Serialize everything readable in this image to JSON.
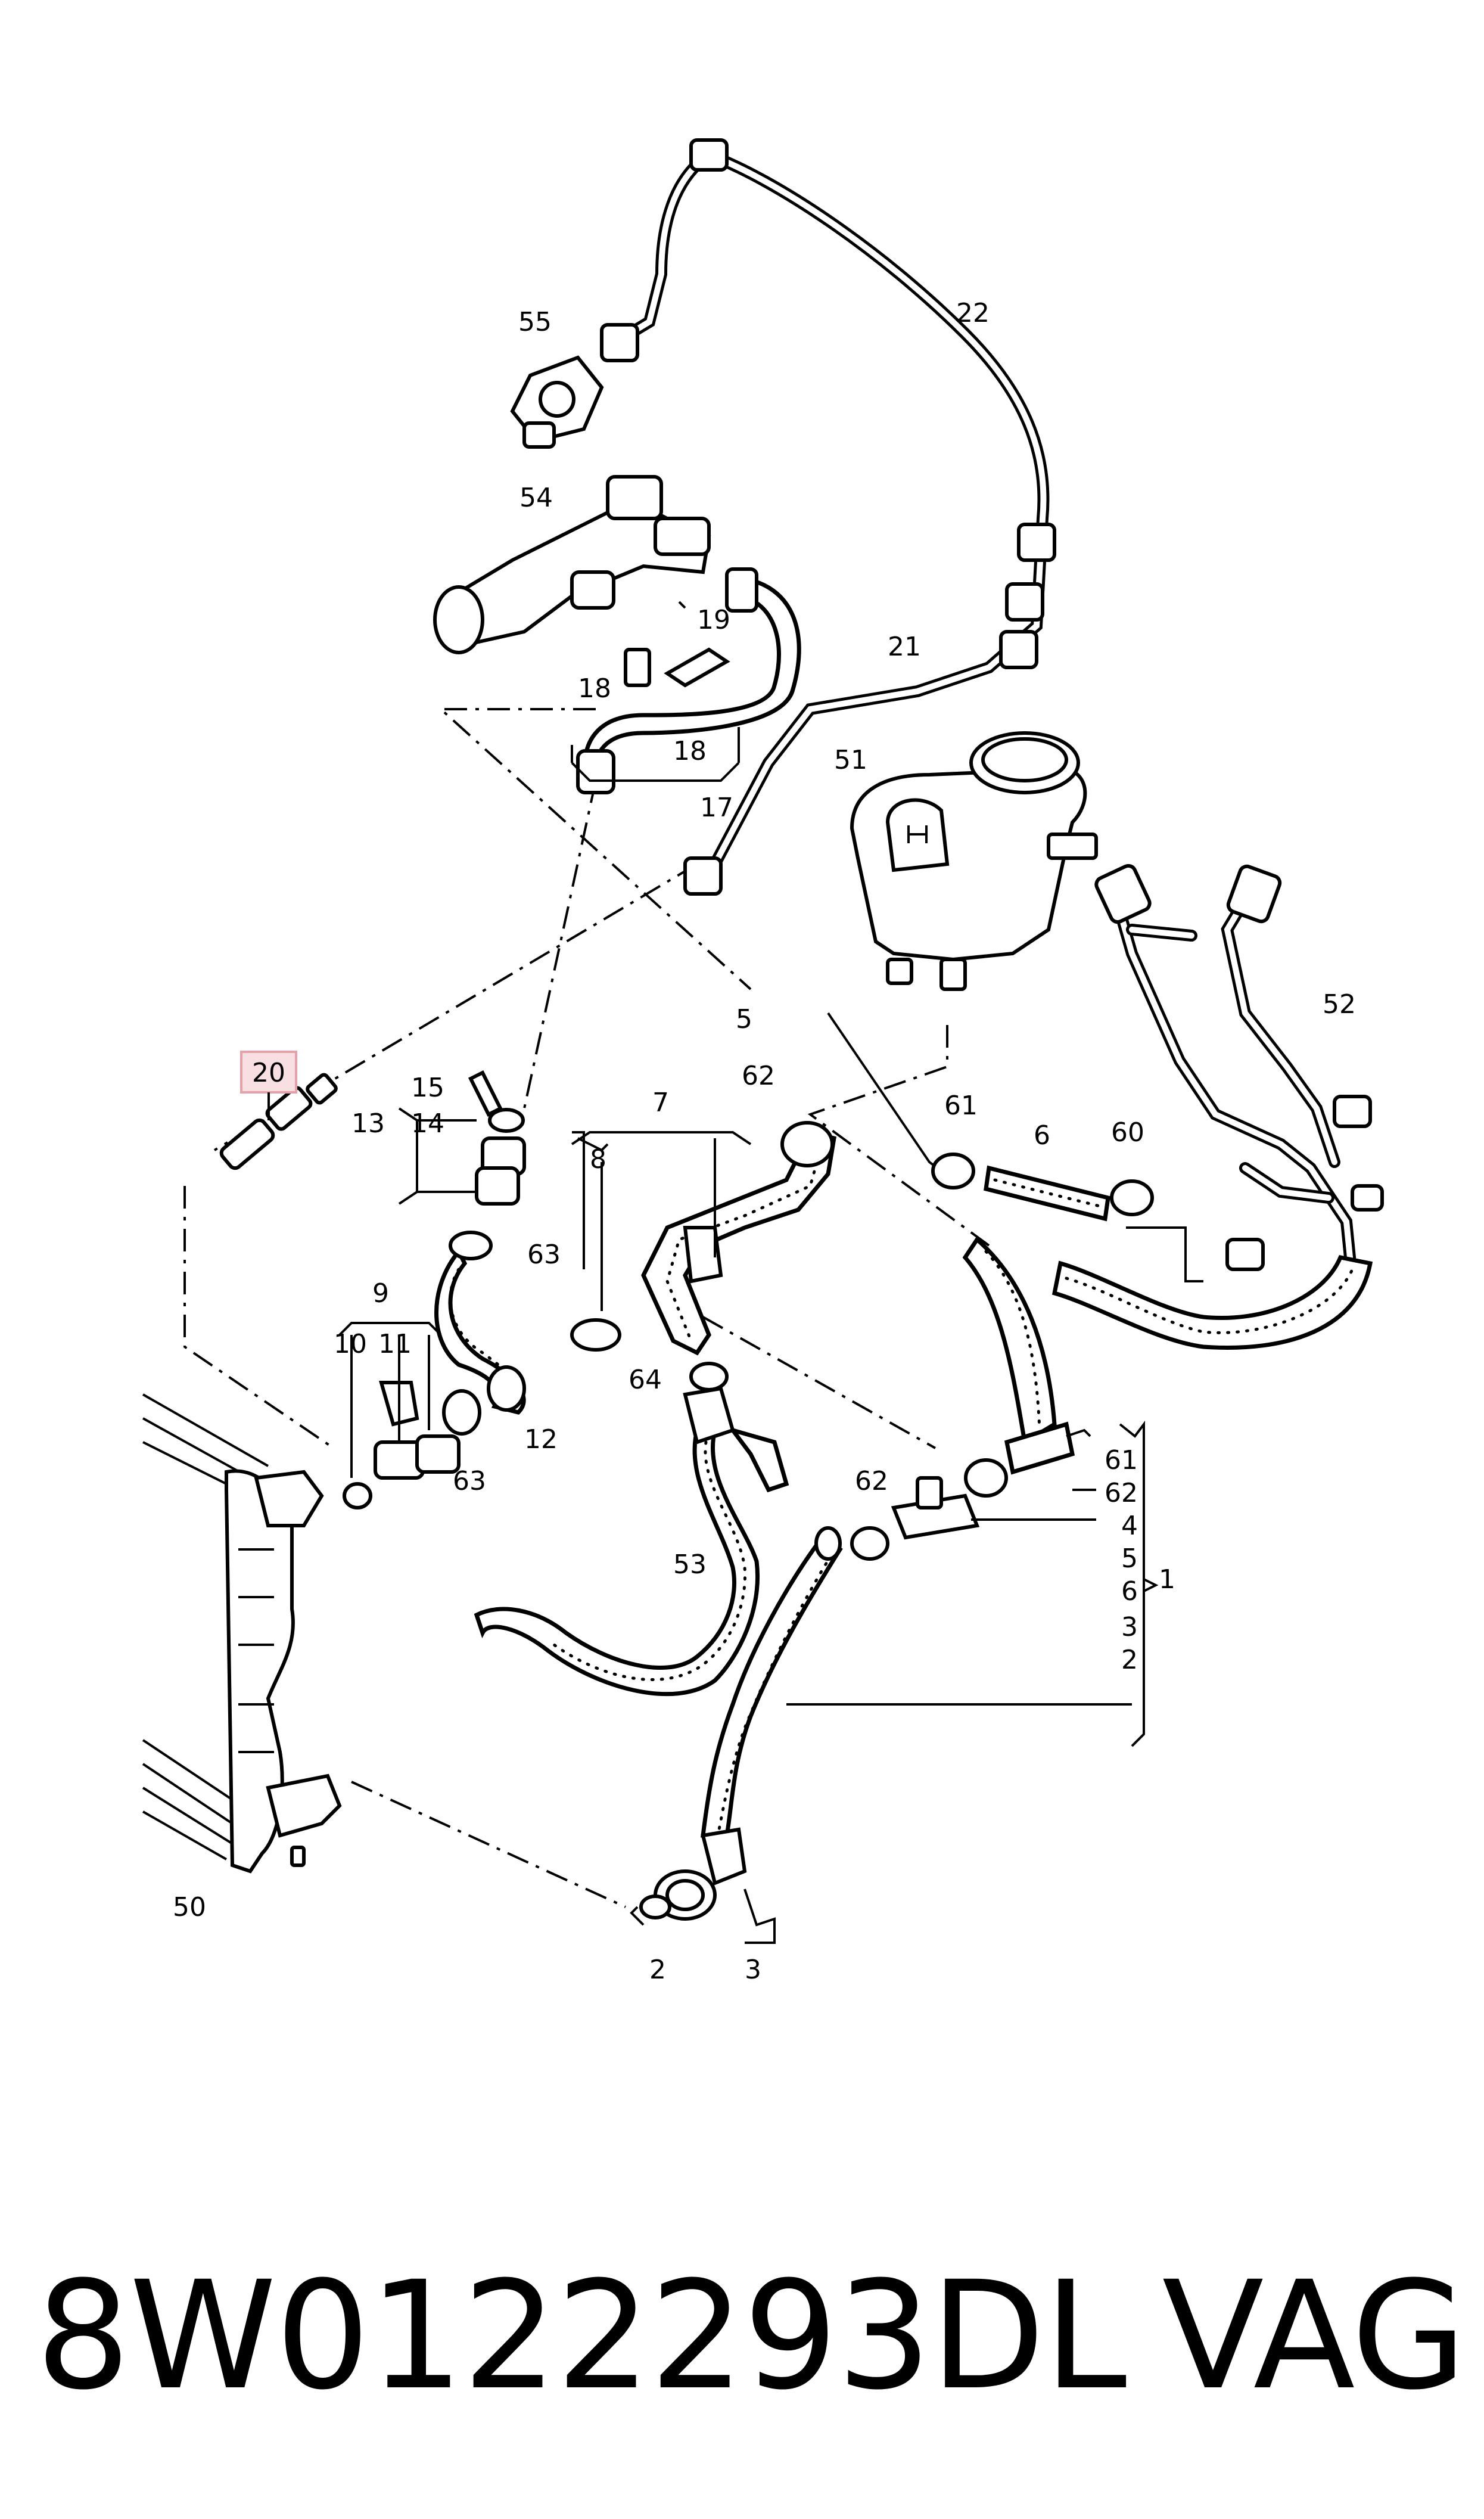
{
  "callouts": {
    "c1": "1",
    "c2": "2",
    "c3": "3",
    "c4": "4",
    "c5": "5",
    "c6": "6",
    "c7": "7",
    "c8": "8",
    "c9": "9",
    "c10": "10",
    "c11": "11",
    "c12": "12",
    "c13": "13",
    "c14": "14",
    "c15": "15",
    "c17": "17",
    "c18": "18",
    "c19": "19",
    "c20": "20",
    "c21": "21",
    "c22": "22",
    "c50": "50",
    "c51": "51",
    "c52": "52",
    "c53": "53",
    "c54": "54",
    "c55": "55",
    "c60": "60",
    "c61": "61",
    "c62": "62",
    "c63": "63",
    "c64": "64"
  },
  "group_list_1": [
    "61",
    "62",
    "4",
    "5",
    "6",
    "3",
    "2"
  ],
  "highlight_color": "#e8a0a8",
  "footer": {
    "part_number": "8W0122293DL",
    "brand": "VAG"
  }
}
